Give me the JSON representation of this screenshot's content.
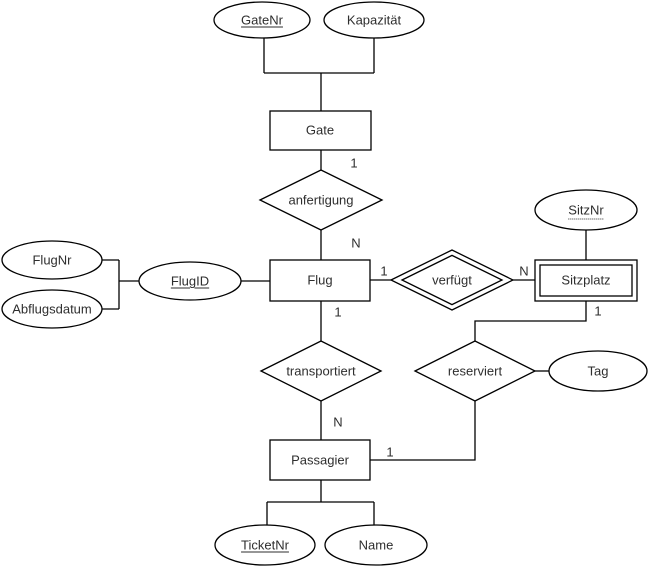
{
  "diagram": {
    "entities": {
      "gate": {
        "label": "Gate",
        "type": "entity"
      },
      "flug": {
        "label": "Flug",
        "type": "entity"
      },
      "sitzplatz": {
        "label": "Sitzplatz",
        "type": "weak-entity"
      },
      "passagier": {
        "label": "Passagier",
        "type": "entity"
      }
    },
    "relationships": {
      "anfertigung": {
        "label": "anfertigung",
        "type": "relationship"
      },
      "verfuegt": {
        "label": "verfügt",
        "type": "identifying-relationship"
      },
      "transportiert": {
        "label": "transportiert",
        "type": "relationship"
      },
      "reserviert": {
        "label": "reserviert",
        "type": "relationship"
      }
    },
    "attributes": {
      "gatenr": {
        "label": "GateNr",
        "key": "primary"
      },
      "kapazitaet": {
        "label": "Kapazität",
        "key": "none"
      },
      "flugnr": {
        "label": "FlugNr",
        "key": "none"
      },
      "abflugsdatum": {
        "label": "Abflugsdatum",
        "key": "none"
      },
      "flugid": {
        "label": "FlugID",
        "key": "primary"
      },
      "sitznr": {
        "label": "SitzNr",
        "key": "partial"
      },
      "tag": {
        "label": "Tag",
        "key": "none"
      },
      "ticketnr": {
        "label": "TicketNr",
        "key": "primary"
      },
      "name": {
        "label": "Name",
        "key": "none"
      }
    },
    "cardinalities": {
      "gate_anfertigung": "1",
      "anfertigung_flug": "N",
      "flug_verfuegt": "1",
      "verfuegt_sitzplatz": "N",
      "flug_transportiert": "1",
      "transportiert_passagier": "N",
      "sitzplatz_reserviert": "1",
      "reserviert_passagier": "1"
    },
    "colors": {
      "stroke": "#000000",
      "text": "#2e2e2e",
      "canvas_background": "#ffffff"
    }
  }
}
